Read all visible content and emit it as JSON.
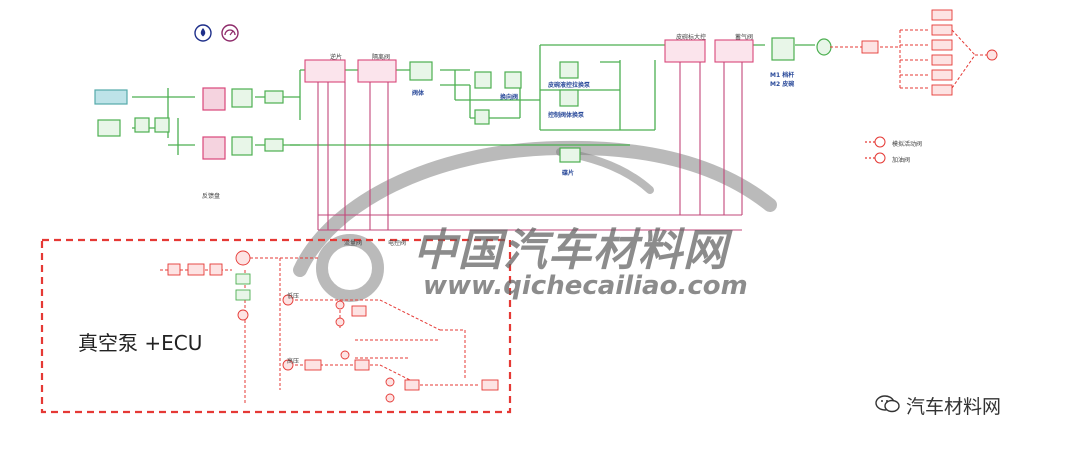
{
  "colors": {
    "green": "#4caf50",
    "pink": "#d9477a",
    "red": "#e53935",
    "blue": "#1e2f8a",
    "gray_watermark": "#5f5f5f"
  },
  "labels": {
    "fan_reservoir": "反馈盘",
    "cylinder": "阀体",
    "drive_motor": "换向阀",
    "pressure_pump": "皮碗液控拉换泵",
    "control_valve": "控制阀体换泵",
    "sensor_box": "碟片",
    "top_a": "逆片",
    "top_b": "隔离阀",
    "top_c": "皮碗标大控",
    "top_d": "蓄气阀",
    "m1": "M1 档杆",
    "m2": "M2 皮碗",
    "legend_a": "模拟活动阀",
    "legend_b": "加油阀",
    "mid_a": "流量阀",
    "mid_b": "电控阀",
    "low_a": "低压",
    "low_b": "高压"
  },
  "vacuum_box_label": "真空泵 +ECU",
  "watermark": {
    "site_cn": "中国汽车材料网",
    "site_url": "www.qichecailiao.com"
  },
  "brand": {
    "name": "汽车材料网",
    "icon": "wechat-icon"
  },
  "icons": {
    "top_left": "water-drop-icon",
    "top_right": "gauge-icon"
  }
}
